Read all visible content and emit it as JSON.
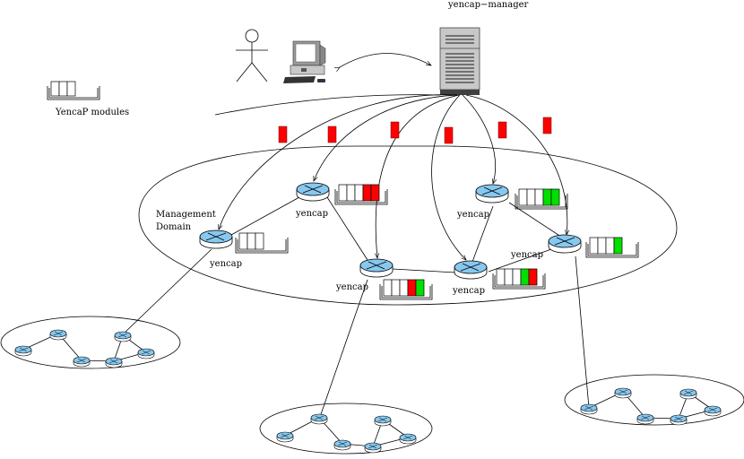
{
  "labels": {
    "manager": "yencap−manager",
    "modules_legend": "YencaP modules",
    "domain_line1": "Management",
    "domain_line2": "Domain",
    "agent": "yencap"
  },
  "colors": {
    "router_top": "#87c8f0",
    "module_red": "#ff0000",
    "module_green": "#00e000",
    "server_body": "#c8c8c8",
    "server_base": "#404040"
  },
  "icons": [
    "person-icon",
    "workstation-icon",
    "server-icon",
    "router-icon",
    "module-rack-icon",
    "message-icon"
  ],
  "agents": [
    {
      "id": "a1",
      "label": "yencap",
      "modules": [
        "empty",
        "empty",
        "empty"
      ]
    },
    {
      "id": "a2",
      "label": "yencap",
      "modules": [
        "empty",
        "empty",
        "empty",
        "red",
        "red"
      ]
    },
    {
      "id": "a3",
      "label": "yencap",
      "modules": [
        "empty",
        "empty",
        "empty",
        "red",
        "green"
      ]
    },
    {
      "id": "a4",
      "label": "yencap",
      "modules": [
        "empty",
        "empty",
        "empty",
        "green",
        "red"
      ]
    },
    {
      "id": "a5",
      "label": "yencap",
      "modules": [
        "empty",
        "empty",
        "empty",
        "green",
        "green"
      ]
    },
    {
      "id": "a6",
      "label": "yencap",
      "modules": [
        "empty",
        "empty",
        "empty",
        "green"
      ]
    }
  ],
  "in_transit_messages": 6,
  "subnetworks": 3
}
